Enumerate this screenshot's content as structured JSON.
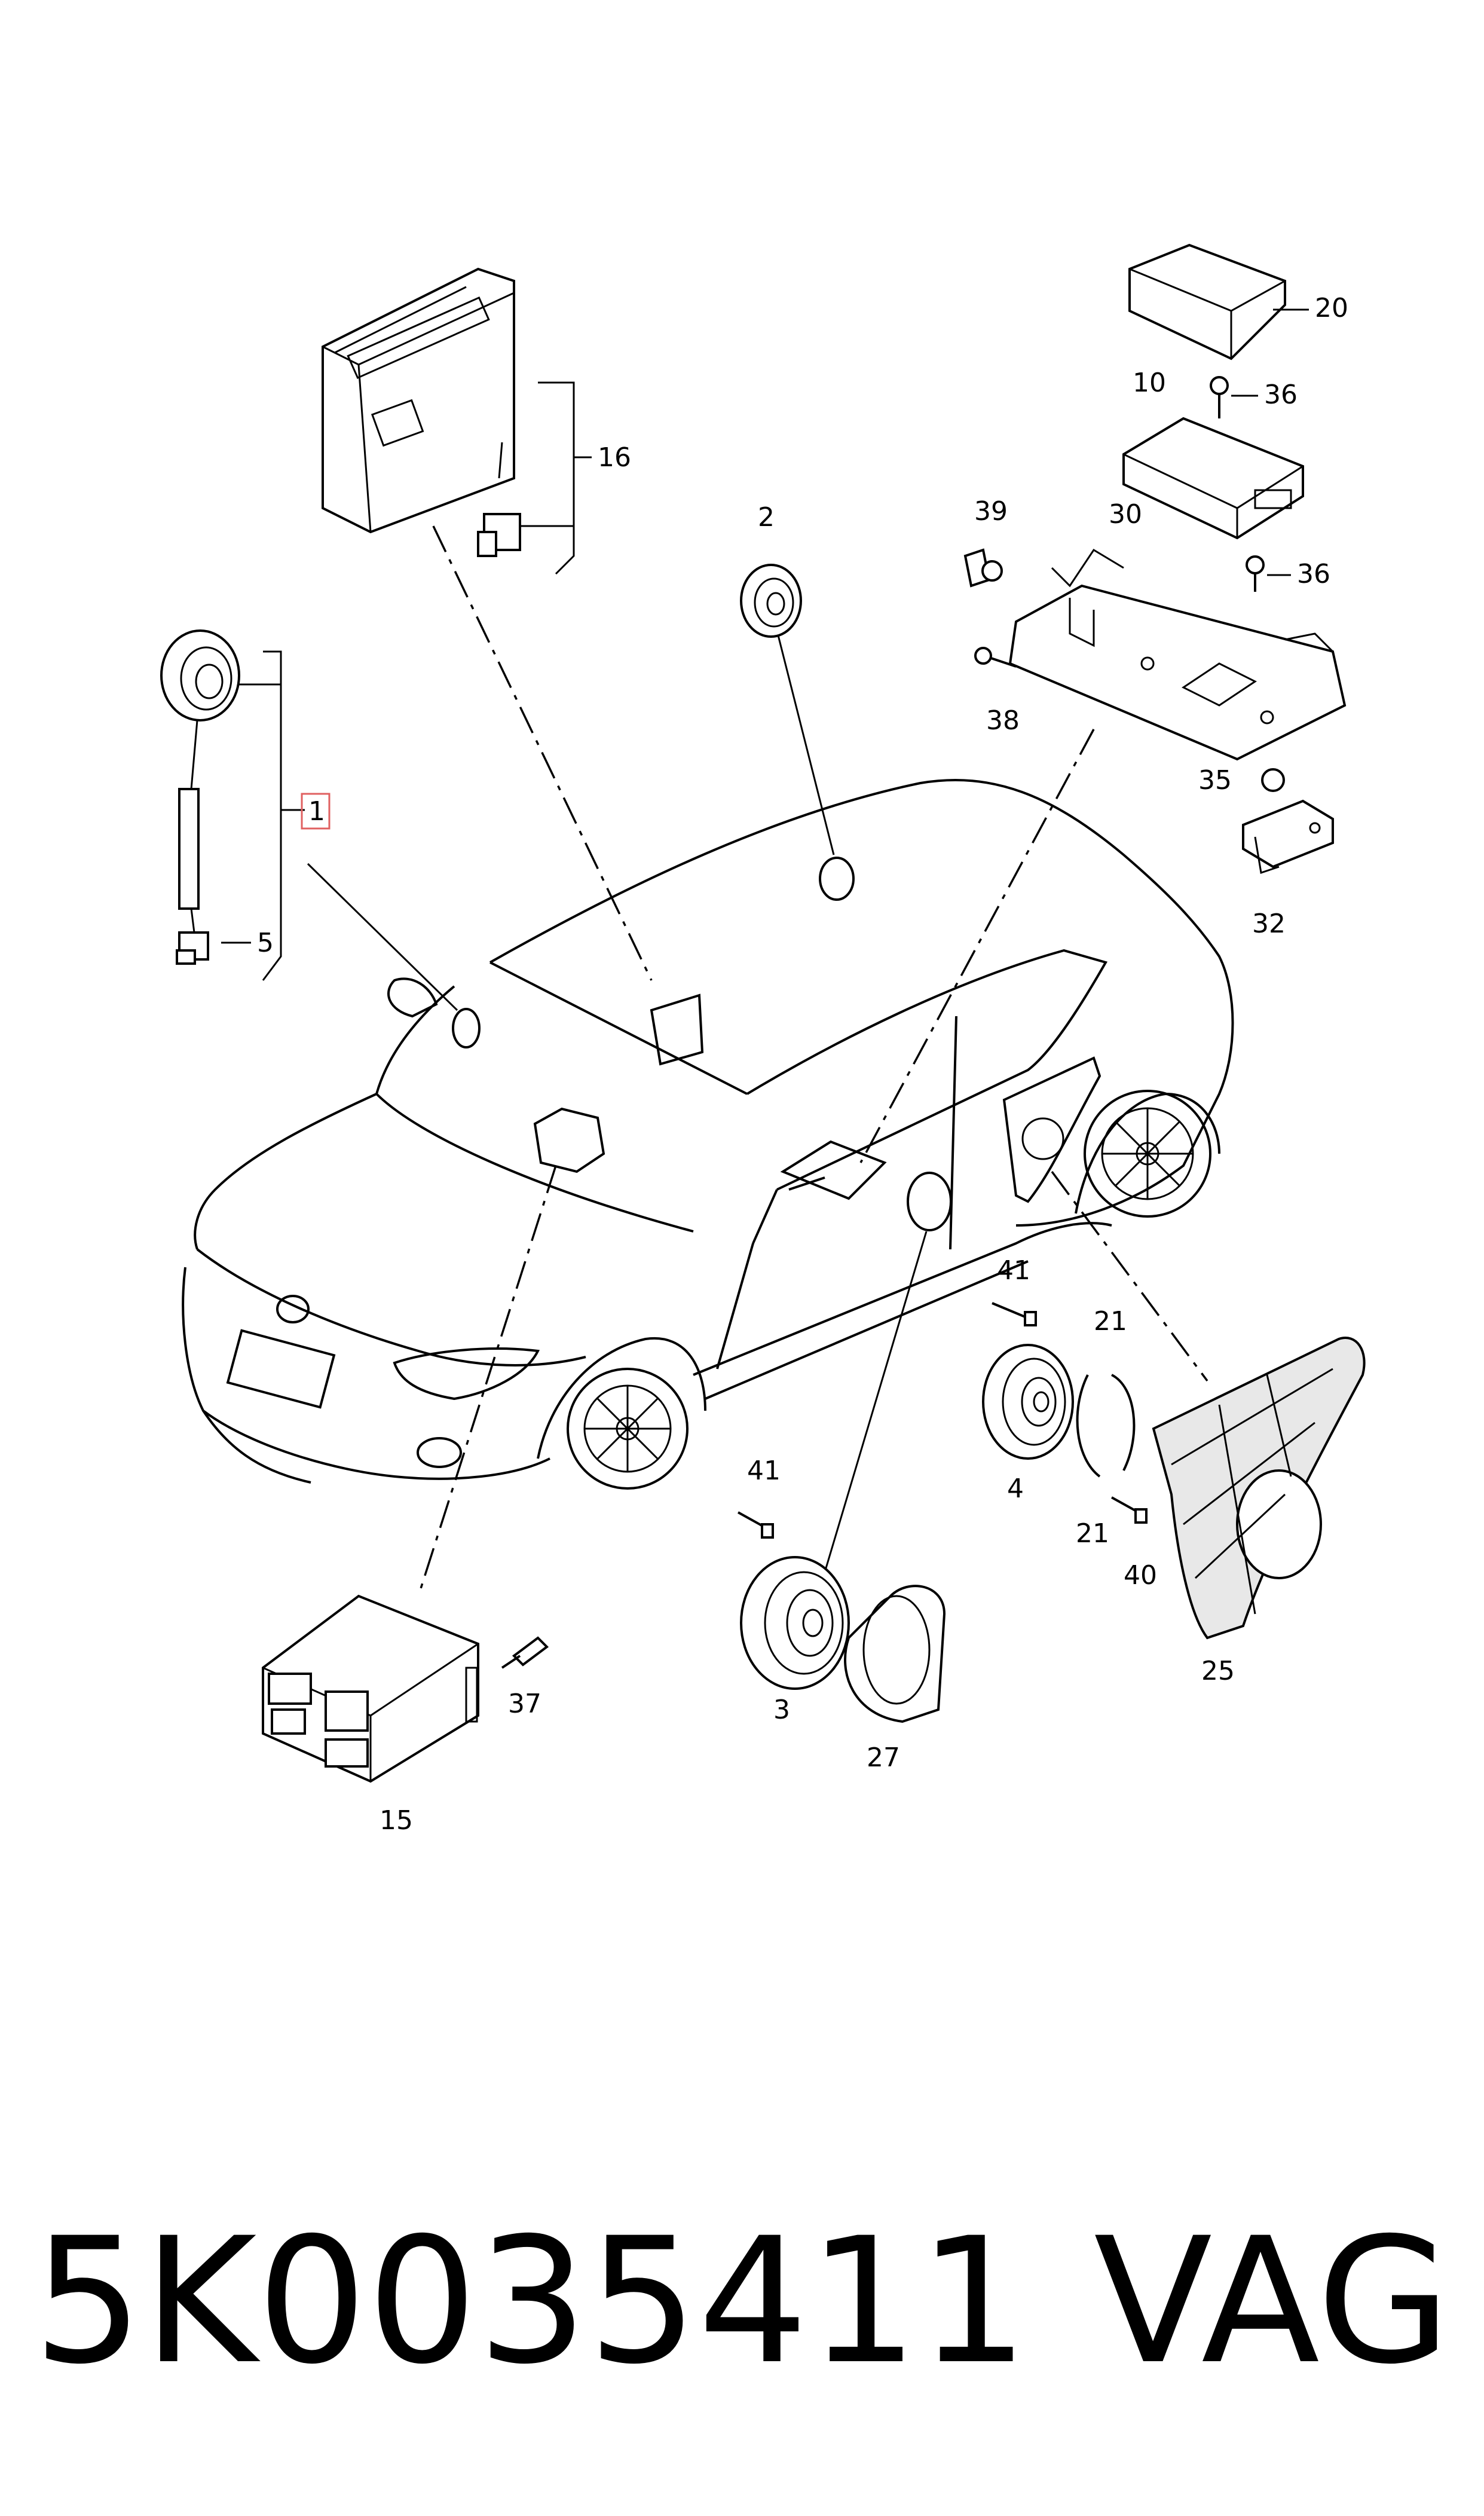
{
  "footer": {
    "part_number": "5K0035411",
    "brand": "VAG"
  },
  "callouts": {
    "c1": "1",
    "c2": "2",
    "c3": "3",
    "c4": "4",
    "c5": "5",
    "c10": "10",
    "c15": "15",
    "c16": "16",
    "c20": "20",
    "c21a": "21",
    "c21b": "21",
    "c25": "25",
    "c27": "27",
    "c30": "30",
    "c32": "32",
    "c35": "35",
    "c36a": "36",
    "c36b": "36",
    "c37": "37",
    "c38": "38",
    "c39": "39",
    "c40": "40",
    "c41a": "41",
    "c41b": "41"
  },
  "colors": {
    "line": "#000000",
    "highlight_box": "#e06060",
    "background": "#ffffff"
  }
}
